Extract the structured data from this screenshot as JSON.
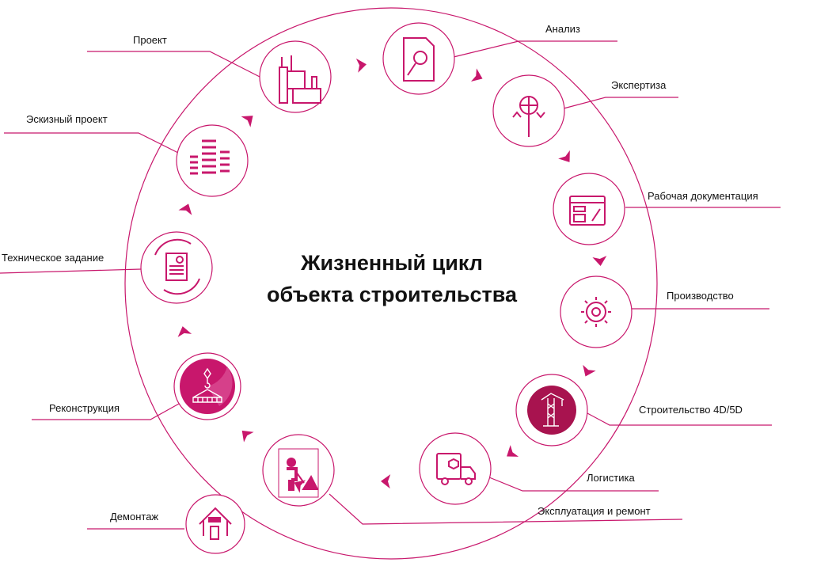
{
  "title": {
    "line1": "Жизненный цикл",
    "line2": "объекта строительства"
  },
  "colors": {
    "accent": "#c8176c",
    "dark": "#a8134f",
    "light": "#d6408a"
  },
  "stages": [
    {
      "label": "Проект",
      "icon": "factory-icon"
    },
    {
      "label": "Анализ",
      "icon": "document-search-icon"
    },
    {
      "label": "Экспертиза",
      "icon": "magnifier-chart-icon"
    },
    {
      "label": "Рабочая документация",
      "icon": "browser-edit-icon"
    },
    {
      "label": "Производство",
      "icon": "gear-icon"
    },
    {
      "label": "Строительство 4D/5D",
      "icon": "tower-crane-icon"
    },
    {
      "label": "Логистика",
      "icon": "delivery-truck-icon"
    },
    {
      "label": "Эксплуатация и ремонт",
      "icon": "worker-shovel-icon"
    },
    {
      "label": "Демонтаж",
      "icon": "house-repair-icon"
    },
    {
      "label": "Реконструкция",
      "icon": "crane-hook-icon"
    },
    {
      "label": "Техническое задание",
      "icon": "document-cycle-icon"
    },
    {
      "label": "Эскизный проект",
      "icon": "skyscrapers-icon"
    }
  ]
}
